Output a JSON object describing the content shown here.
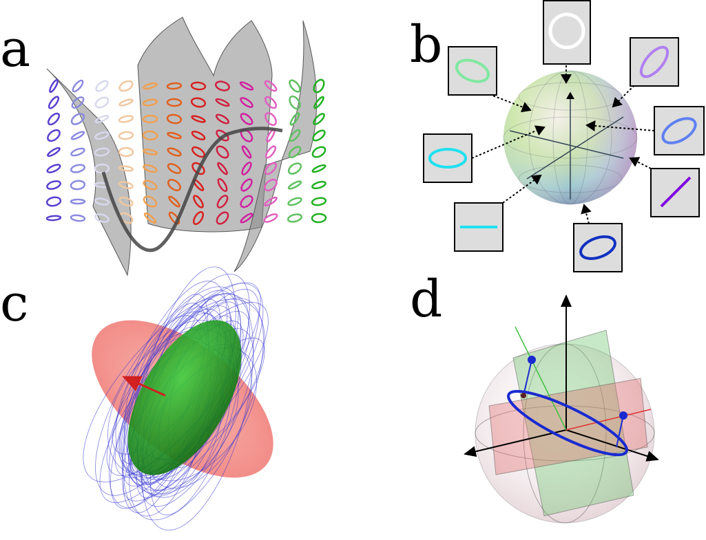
{
  "panels": {
    "a": {
      "label": "a"
    },
    "b": {
      "label": "b"
    },
    "c": {
      "label": "c"
    },
    "d": {
      "label": "d"
    }
  },
  "colors": {
    "a_columns": [
      "#5a3fd0",
      "#8a8ae0",
      "#d8d8ee",
      "#f0c8a0",
      "#f0a050",
      "#e06020",
      "#d82020",
      "#d02040",
      "#d020a0",
      "#e060c0",
      "#60c060",
      "#20b020"
    ],
    "b_green": "#80e8a0",
    "b_white": "#ffffff",
    "b_purple": "#b080f0",
    "b_blue": "#6080f0",
    "b_violet": "#8000e0",
    "b_darkblue": "#1030c0",
    "b_cyan": "#20e0f0",
    "c_red": "#f08080",
    "c_green": "#20a020",
    "c_blue": "#3030d0",
    "d_red": "#e06060",
    "d_green": "#60c060",
    "d_blue": "#1a2ad0"
  }
}
